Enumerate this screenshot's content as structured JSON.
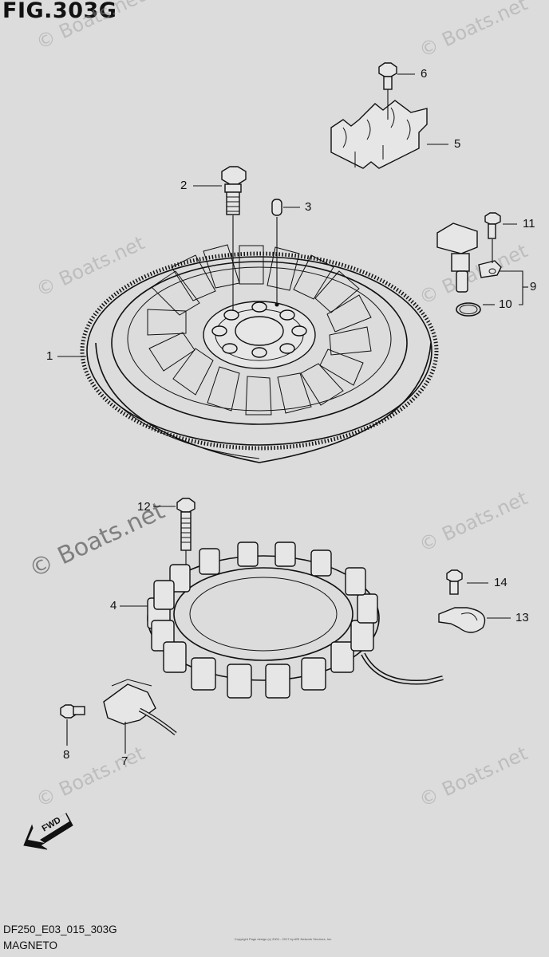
{
  "figure": {
    "title": "FIG.303G",
    "code": "DF250_E03_015_303G",
    "name": "MAGNETO",
    "fwd_label": "FWD"
  },
  "watermark": {
    "text": "© Boats.net"
  },
  "copyright_text": "Copyright\nPage design (c) 2004 - 2017 by ARI Network Services, Inc.",
  "callouts": {
    "c1": "1",
    "c2": "2",
    "c3": "3",
    "c4": "4",
    "c5": "5",
    "c6": "6",
    "c7": "7",
    "c8": "8",
    "c9": "9",
    "c10": "10",
    "c11": "11",
    "c12": "12",
    "c13": "13",
    "c14": "14"
  }
}
